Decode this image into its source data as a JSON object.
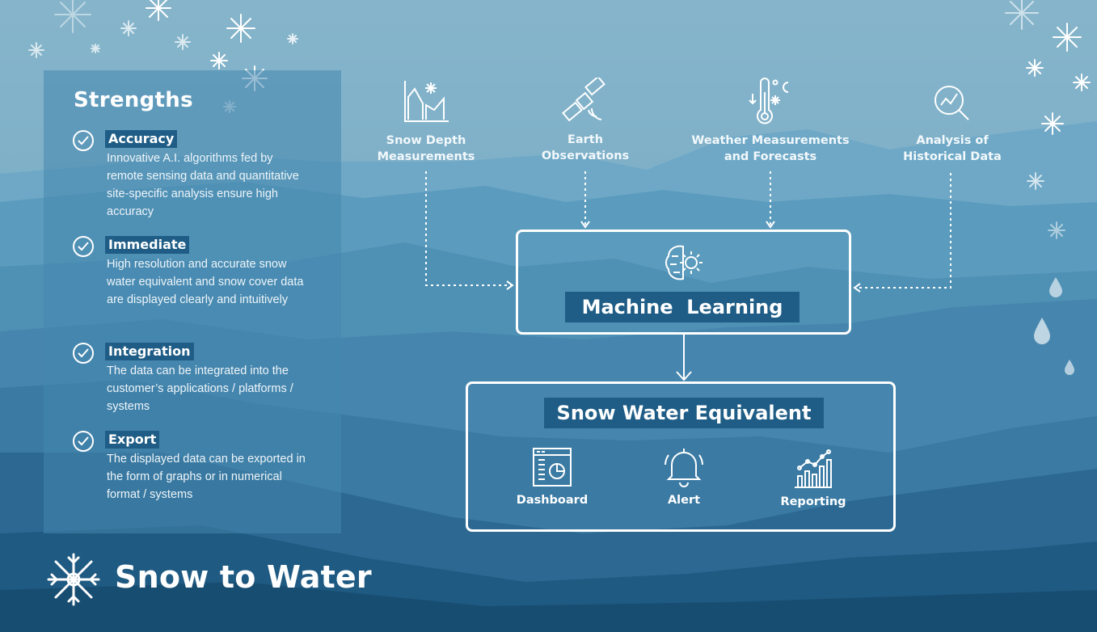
{
  "strengths": {
    "title": "Strengths",
    "items": [
      {
        "label": "Accuracy",
        "description": "Innovative A.I. algorithms fed by remote sensing data and quantitative site-specific analysis ensure high accuracy"
      },
      {
        "label": "Immediate",
        "description": "High resolution and accurate snow water equivalent and snow cover data are displayed clearly and intuitively"
      },
      {
        "label": "Integration",
        "description": "The data can be integrated into the customer’s applications / platforms / systems"
      },
      {
        "label": "Export",
        "description": "The displayed data can be exported in the form of graphs or in numerical format / systems"
      }
    ]
  },
  "inputs": [
    {
      "line1": "Snow Depth",
      "line2": "Measurements",
      "icon": "snow-depth-chart-icon"
    },
    {
      "line1": "Earth",
      "line2": "Observations",
      "icon": "satellite-icon"
    },
    {
      "line1": "Weather Measurements",
      "line2": "and Forecasts",
      "icon": "thermometer-icon"
    },
    {
      "line1": "Analysis of",
      "line2": "Historical Data",
      "icon": "magnifier-chart-icon"
    }
  ],
  "machine_learning": {
    "title": "Machine  Learning",
    "icon": "brain-gear-icon"
  },
  "output": {
    "title": "Snow Water Equivalent",
    "items": [
      {
        "label": "Dashboard",
        "icon": "dashboard-icon"
      },
      {
        "label": "Alert",
        "icon": "bell-icon"
      },
      {
        "label": "Reporting",
        "icon": "bar-chart-icon"
      }
    ]
  },
  "brand": {
    "name": "Snow to Water",
    "icon": "snowflake-logo-icon"
  },
  "colors": {
    "accent": "#1f5d86",
    "sky": "#7fb0c7",
    "deep": "#1b5475"
  }
}
